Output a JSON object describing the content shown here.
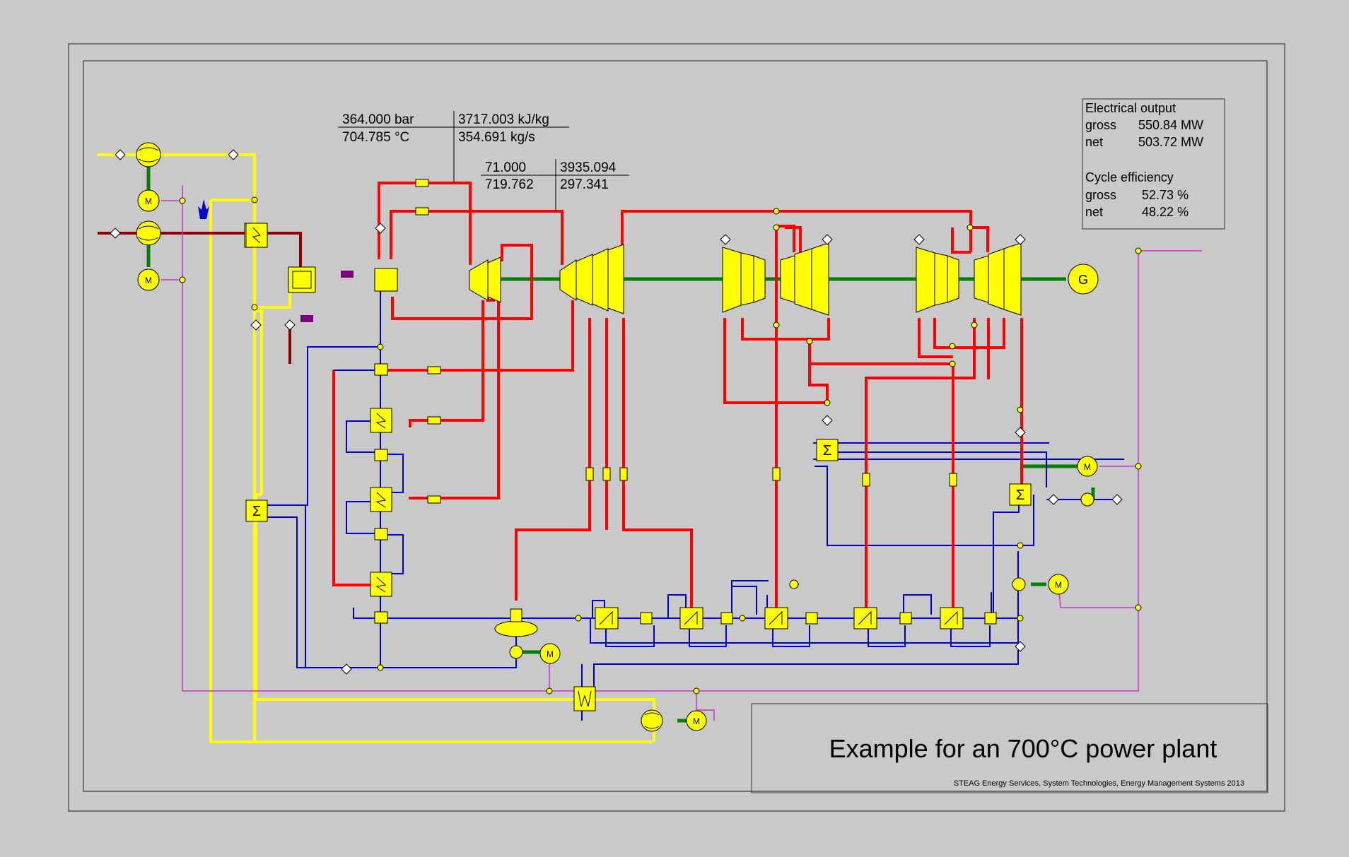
{
  "live_steam": {
    "pressure": "364.000 bar",
    "enthalpy": "3717.003 kJ/kg",
    "temperature": "704.785 °C",
    "flow": "354.691 kg/s"
  },
  "reheat": {
    "pressure": "71.000",
    "enthalpy": "3935.094",
    "temperature": "719.762",
    "flow": "297.341"
  },
  "summary": {
    "electrical_output_label": "Electrical output",
    "gross_label": "gross",
    "gross_mw": "550.84 MW",
    "net_label": "net",
    "net_mw": "503.72 MW",
    "cycle_efficiency_label": "Cycle efficiency",
    "eff_gross_label": "gross",
    "eff_gross": "52.73 %",
    "eff_net_label": "net",
    "eff_net": "48.22 %"
  },
  "generator_label": "G",
  "motor_label": "M",
  "caption": {
    "title": "Example for an 700°C power plant",
    "credit": "STEAG Energy Services, System Technologies, Energy Management Systems 2013"
  },
  "colors": {
    "steam": "#ff0000",
    "water": "#0000cc",
    "air": "#ffff00",
    "flue_gas": "#8b0000",
    "shaft": "#008000",
    "electric": "#cc33cc",
    "component": "#ffff00"
  }
}
